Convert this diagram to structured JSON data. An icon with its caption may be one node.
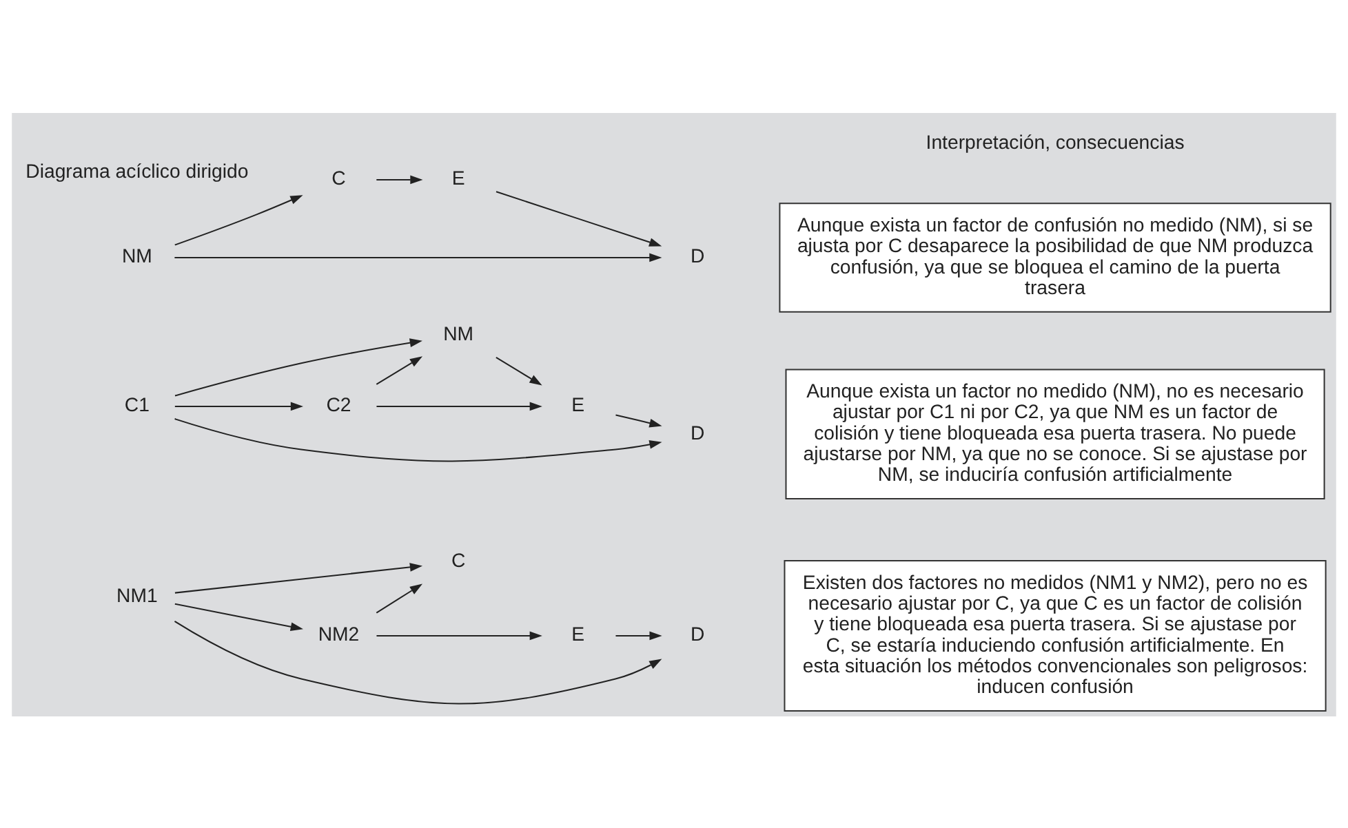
{
  "diagram": {
    "nodes": [
      {
        "text": [
          "NM"
        ]
      },
      {
        "text": [
          "C"
        ]
      },
      {
        "text": [
          "E"
        ]
      },
      {
        "text": [
          "D"
        ]
      },
      {
        "text": [
          "Aunque exista un factor de confusión no medido (NM), si se ajusta por C desaparece la posibilidad de que NM produzca confusión, ya que se bloquea el camino de la puerta trasera"
        ]
      },
      {
        "text": [
          "C1"
        ]
      },
      {
        "text": [
          "C2"
        ]
      },
      {
        "text": [
          "NM"
        ]
      },
      {
        "text": [
          "E"
        ]
      },
      {
        "text": [
          "D"
        ]
      },
      {
        "text": [
          "Aunque exista un factor no medido (NM), no es necesario ajustar por C1 ni por C2, ya que NM es un factor de colisión y tiene bloqueada esa puerta trasera. No puede ajustarse por NM, ya que no se conoce. Si se ajustase por NM, se induciría confusión artificialmente"
        ]
      },
      {
        "text": [
          "NM1"
        ]
      },
      {
        "text": [
          "NM2"
        ]
      },
      {
        "text": [
          "C"
        ]
      },
      {
        "text": [
          "E"
        ]
      },
      {
        "text": [
          "D"
        ]
      },
      {
        "text": [
          "Existen dos factores no medidos (NM1 y NM2), pero no es necesario ajustar por C, ya que C es un factor de colisión y tiene bloqueada esa puerta trasera. Si se ajustase por C, se estaría induciendo confusión artificialmente. En esta situación los métodos convencionales son peligrosos: inducen confusión"
        ]
      }
    ],
    "edges": [
      {
        "from": 0,
        "to": 1,
        "arrow": "to"
      },
      {
        "from": 1,
        "to": 2,
        "arrow": "to"
      },
      {
        "from": 2,
        "to": 3,
        "arrow": "to"
      },
      {
        "from": 0,
        "to": 3,
        "arrow": "to"
      },
      {
        "from": 5,
        "to": 6,
        "arrow": "to"
      },
      {
        "from": 6,
        "to": 7,
        "arrow": "to"
      },
      {
        "from": 7,
        "to": 8,
        "arrow": "to"
      },
      {
        "from": 8,
        "to": 9,
        "arrow": "to"
      },
      {
        "from": 5,
        "to": 7,
        "arrow": "to"
      },
      {
        "from": 6,
        "to": 8,
        "arrow": "to"
      },
      {
        "from": 5,
        "to": 9,
        "arrow": "to"
      },
      {
        "from": 11,
        "to": 12,
        "arrow": "to"
      },
      {
        "from": 12,
        "to": 13,
        "arrow": "to"
      },
      {
        "from": 14,
        "to": 15,
        "arrow": "to"
      },
      {
        "from": 11,
        "to": 13,
        "arrow": "to"
      },
      {
        "from": 12,
        "to": 14,
        "arrow": "to"
      },
      {
        "from": 11,
        "to": 15,
        "arrow": "to"
      }
    ],
    "labels": [
      "Diagrama acíclico dirigido",
      "Interpretación, consecuencias"
    ]
  }
}
